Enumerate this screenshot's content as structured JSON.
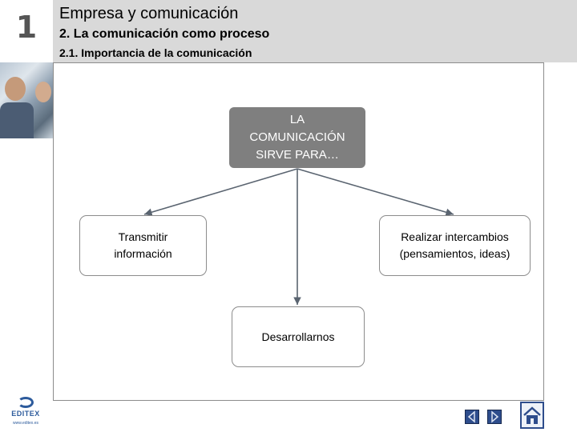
{
  "header": {
    "chapter_number": "1",
    "title": "Empresa y comunicación",
    "subtitle": "2. La comunicación como proceso",
    "section": "2.1.  Importancia de la comunicación"
  },
  "diagram": {
    "root": "LA COMUNICACIÓN SIRVE PARA…",
    "children": [
      "Transmitir información",
      "Realizar intercambios (pensamientos, ideas)",
      "Desarrollarnos"
    ]
  },
  "logo": {
    "name": "EDITEX",
    "url": "www.editex.es"
  },
  "nav": {
    "prev_icon": "left-arrow-icon",
    "next_icon": "right-arrow-icon",
    "home_icon": "home-icon"
  },
  "colors": {
    "header_bg": "#d9d9d9",
    "root_bg": "#7f7f7f",
    "nav_blue": "#2e4d8c"
  }
}
